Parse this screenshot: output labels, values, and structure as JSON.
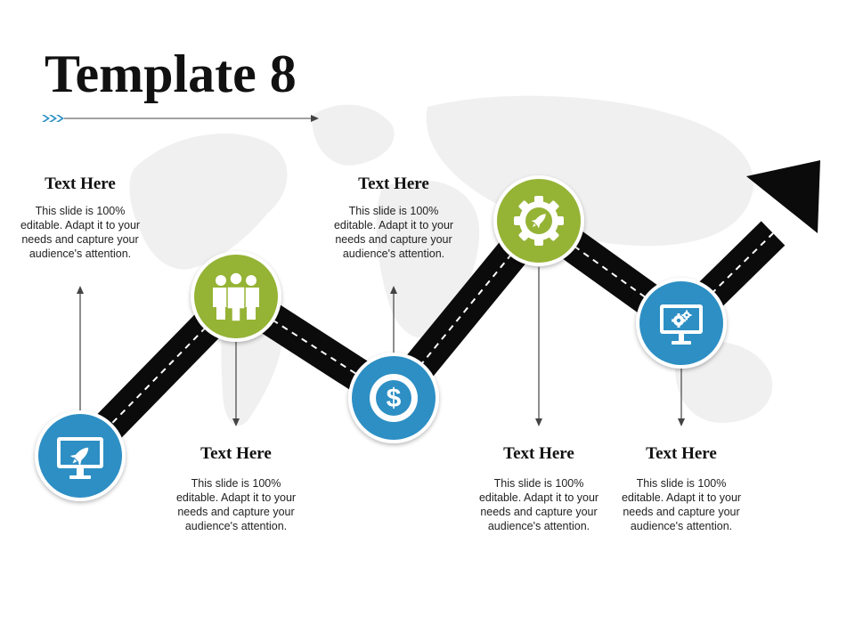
{
  "slide": {
    "title": "Template 8",
    "accent_colors": {
      "blue": "#2d8fc4",
      "green": "#95b335",
      "road": "#0b0b0b",
      "text": "#111111"
    }
  },
  "steps": [
    {
      "heading": "Text Here",
      "body": "This slide is 100% editable. Adapt it to your needs and capture your audience's attention.",
      "icon": "monitor-rocket-icon",
      "color": "blue"
    },
    {
      "heading": "Text Here",
      "body": "This slide is 100% editable. Adapt it to your needs and capture your audience's attention.",
      "icon": "team-icon",
      "color": "green"
    },
    {
      "heading": "Text Here",
      "body": "This slide is 100% editable. Adapt it to your needs and capture your audience's attention.",
      "icon": "dollar-coin-icon",
      "color": "blue"
    },
    {
      "heading": "Text Here",
      "body": "This slide is 100% editable. Adapt it to your needs and capture your audience's attention.",
      "icon": "gear-rocket-icon",
      "color": "green"
    },
    {
      "heading": "Text Here",
      "body": "This slide is 100% editable. Adapt it to your needs and capture your audience's attention.",
      "icon": "monitor-gears-icon",
      "color": "blue"
    }
  ]
}
